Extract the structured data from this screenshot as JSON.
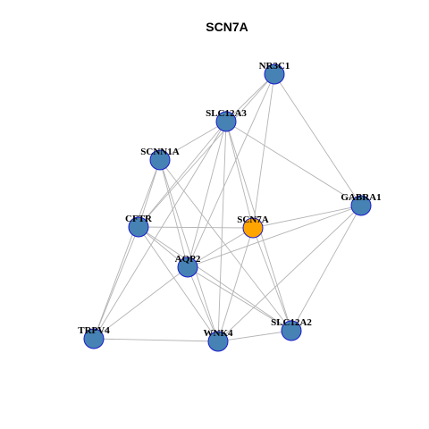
{
  "title": "SCN7A",
  "colors": {
    "node_default": "#4682B4",
    "node_focus": "#FFA500",
    "node_border": "#1A1ACD",
    "edge": "#B3B3B3"
  },
  "nodes": [
    {
      "id": "NR3C1",
      "label": "NR3C1",
      "focus": false
    },
    {
      "id": "SLC12A3",
      "label": "SLC12A3",
      "focus": false
    },
    {
      "id": "SCNN1A",
      "label": "SCNN1A",
      "focus": false
    },
    {
      "id": "GABRA1",
      "label": "GABRA1",
      "focus": false
    },
    {
      "id": "CFTR",
      "label": "CFTR",
      "focus": false
    },
    {
      "id": "SCN7A",
      "label": "SCN7A",
      "focus": true
    },
    {
      "id": "AQP2",
      "label": "AQP2",
      "focus": false
    },
    {
      "id": "TRPV4",
      "label": "TRPV4",
      "focus": false
    },
    {
      "id": "WNK4",
      "label": "WNK4",
      "focus": false
    },
    {
      "id": "SLC12A2",
      "label": "SLC12A2",
      "focus": false
    }
  ],
  "edges": [
    [
      "NR3C1",
      "SLC12A3"
    ],
    [
      "NR3C1",
      "CFTR"
    ],
    [
      "NR3C1",
      "AQP2"
    ],
    [
      "NR3C1",
      "GABRA1"
    ],
    [
      "NR3C1",
      "SCN7A"
    ],
    [
      "SLC12A3",
      "SCNN1A"
    ],
    [
      "SLC12A3",
      "CFTR"
    ],
    [
      "SLC12A3",
      "AQP2"
    ],
    [
      "SLC12A3",
      "SCN7A"
    ],
    [
      "SLC12A3",
      "GABRA1"
    ],
    [
      "SLC12A3",
      "TRPV4"
    ],
    [
      "SLC12A3",
      "WNK4"
    ],
    [
      "SLC12A3",
      "SLC12A2"
    ],
    [
      "SCNN1A",
      "CFTR"
    ],
    [
      "SCNN1A",
      "AQP2"
    ],
    [
      "SCNN1A",
      "TRPV4"
    ],
    [
      "SCNN1A",
      "WNK4"
    ],
    [
      "SCNN1A",
      "SLC12A2"
    ],
    [
      "CFTR",
      "SCN7A"
    ],
    [
      "CFTR",
      "AQP2"
    ],
    [
      "CFTR",
      "TRPV4"
    ],
    [
      "CFTR",
      "WNK4"
    ],
    [
      "CFTR",
      "SLC12A2"
    ],
    [
      "SCN7A",
      "GABRA1"
    ],
    [
      "SCN7A",
      "AQP2"
    ],
    [
      "SCN7A",
      "WNK4"
    ],
    [
      "SCN7A",
      "SLC12A2"
    ],
    [
      "GABRA1",
      "AQP2"
    ],
    [
      "GABRA1",
      "WNK4"
    ],
    [
      "GABRA1",
      "SLC12A2"
    ],
    [
      "AQP2",
      "TRPV4"
    ],
    [
      "AQP2",
      "WNK4"
    ],
    [
      "AQP2",
      "SLC12A2"
    ],
    [
      "TRPV4",
      "WNK4"
    ],
    [
      "WNK4",
      "SLC12A2"
    ]
  ]
}
